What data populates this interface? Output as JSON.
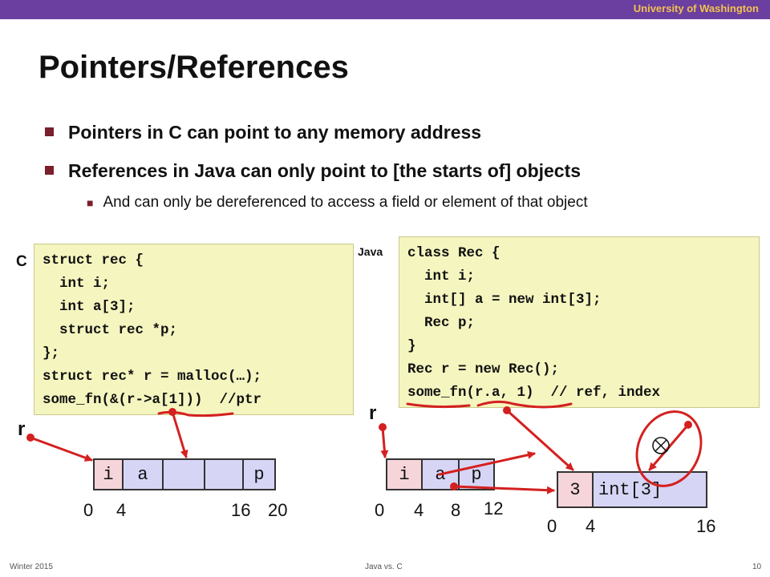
{
  "header": {
    "university": "University of Washington"
  },
  "slide": {
    "title": "Pointers/References",
    "bullets": [
      "Pointers in C can point to any memory address",
      "References in Java can only point to [the starts of] objects"
    ],
    "sub_bullet": "And can only be dereferenced to access a field or element of that object"
  },
  "c_code": {
    "lang": "C",
    "lines": [
      "struct rec {",
      "  int i;",
      "  int a[3];",
      "  struct rec *p;",
      "};",
      "struct rec* r = malloc(…);",
      "some_fn(&(r->a[1]))  //ptr"
    ]
  },
  "java_code": {
    "lang": "Java",
    "lines": [
      "class Rec {",
      "  int i;",
      "  int[] a = new int[3];",
      "  Rec p;",
      "}",
      "Rec r = new Rec();",
      "some_fn(r.a, 1)  // ref, index"
    ]
  },
  "c_diagram": {
    "pointer_label": "r",
    "cells": [
      "i",
      "a",
      "",
      "",
      "p"
    ],
    "offsets": [
      "0",
      "4",
      "16",
      "20"
    ]
  },
  "java_diagram": {
    "pointer_label": "r",
    "rec_cells": [
      "i",
      "a",
      "p"
    ],
    "rec_offsets": [
      "0",
      "4",
      "8",
      "12"
    ],
    "array_cells": [
      "3",
      "int[3]"
    ],
    "array_offsets": [
      "0",
      "4",
      "16"
    ],
    "annotation_color": "#d42020"
  },
  "footer": {
    "left": "Winter 2015",
    "center": "Java vs. C",
    "page": "10"
  }
}
